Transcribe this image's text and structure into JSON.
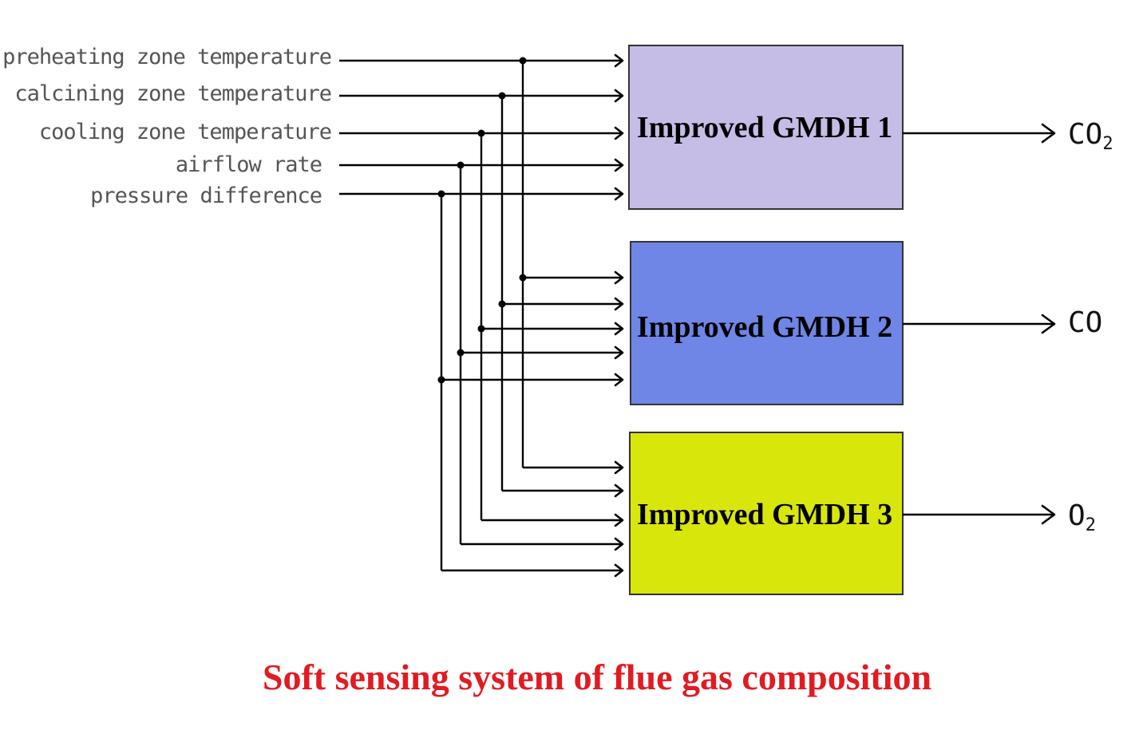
{
  "inputs": [
    "preheating zone temperature",
    "calcining zone temperature",
    "cooling zone temperature",
    "airflow rate",
    "pressure difference"
  ],
  "blocks": [
    {
      "label": "Improved GMDH 1",
      "color": "#c6bde6"
    },
    {
      "label": "Improved GMDH 2",
      "color": "#6f86e6"
    },
    {
      "label": "Improved GMDH 3",
      "color": "#d9e60c"
    }
  ],
  "outputs": [
    {
      "main": "CO",
      "sub": "2"
    },
    {
      "main": "CO",
      "sub": ""
    },
    {
      "main": "O",
      "sub": "2"
    }
  ],
  "caption": "Soft sensing system of flue gas composition"
}
